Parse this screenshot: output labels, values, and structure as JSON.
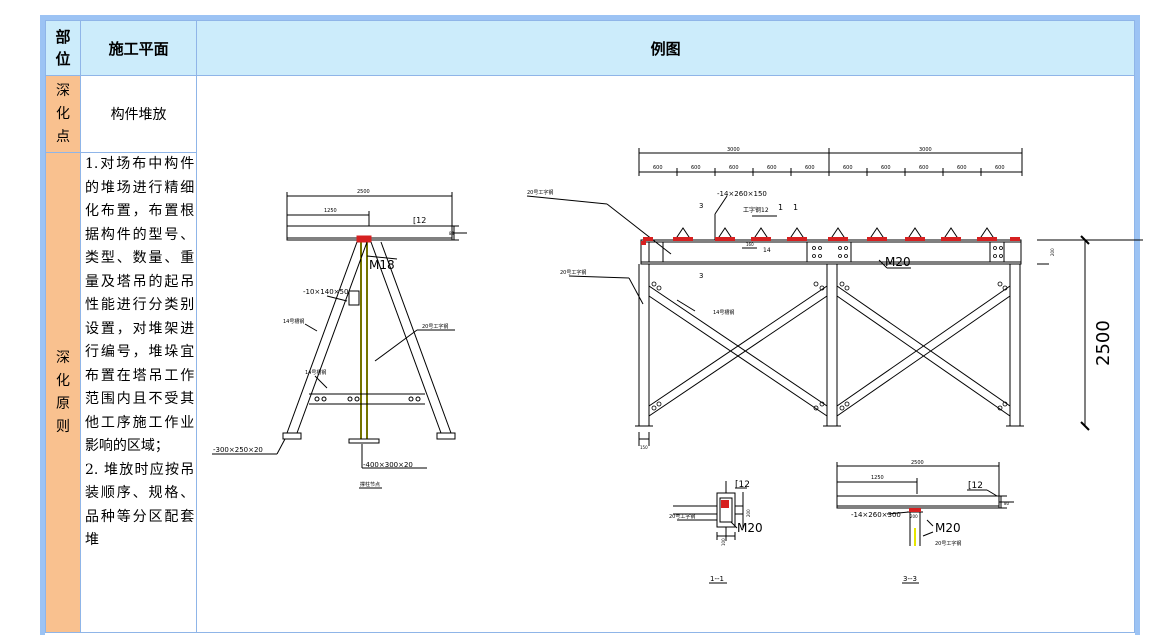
{
  "table": {
    "headers": {
      "part": "部位",
      "plan": "施工平面",
      "example": "例图"
    },
    "rows": [
      {
        "part": "深化点",
        "plan": "构件堆放"
      },
      {
        "part": "深化原则",
        "plan_paragraphs": [
          "1.对场布中构件的堆场进行精细化布置，布置根据构件的型号、类型、数量、重量及塔吊的起吊性能进行分类别设置，对堆架进行编号，堆垛宜布置在塔吊工作范围内且不受其他工序施工作业影响的区域；",
          "2. 堆放时应按吊装顺序、规格、品种等分区配套堆"
        ]
      }
    ]
  },
  "drawing": {
    "left_view": {
      "dim_total": "2500",
      "dim_half": "1250",
      "channel_top": "[12",
      "bolt": "M18",
      "plate_mid": "-10×140×50",
      "brace_left": "14号槽钢",
      "beam_label": "20号工字钢",
      "brace_low": "14号槽钢",
      "base_left": "-300×250×20",
      "base_right": "-400×300×20",
      "caption": "撑柱节点",
      "tb": "80"
    },
    "right_view": {
      "dim_a": "3000",
      "dim_b": "3000",
      "bays": [
        "600",
        "600",
        "600",
        "600",
        "600",
        "600",
        "600",
        "600",
        "600",
        "600"
      ],
      "plate_top": "-14×260×150",
      "channel_note": "工字钢12",
      "sec_1a": "1",
      "sec_1b": "1",
      "sec_3a": "3",
      "sec_3b": "3",
      "dim_160": "160",
      "dim_14": "14",
      "beam_top": "20号工字钢",
      "bolt": "M20",
      "col_label": "20号工字钢",
      "brace": "14号槽钢",
      "dim_height": "2500",
      "dim_200": "200",
      "dim_150": "150"
    },
    "section_1": {
      "channel": "[12",
      "beam": "20号工字钢",
      "bolt": "M20",
      "d200": "200",
      "d100": "100",
      "caption": "1--1"
    },
    "section_3": {
      "dim_total": "2500",
      "dim_half": "1250",
      "channel": "[12",
      "plate": "-14×260×300",
      "d200": "200",
      "bolt": "M20",
      "beam": "20号工字钢",
      "tb": "80",
      "caption": "3--3"
    }
  }
}
